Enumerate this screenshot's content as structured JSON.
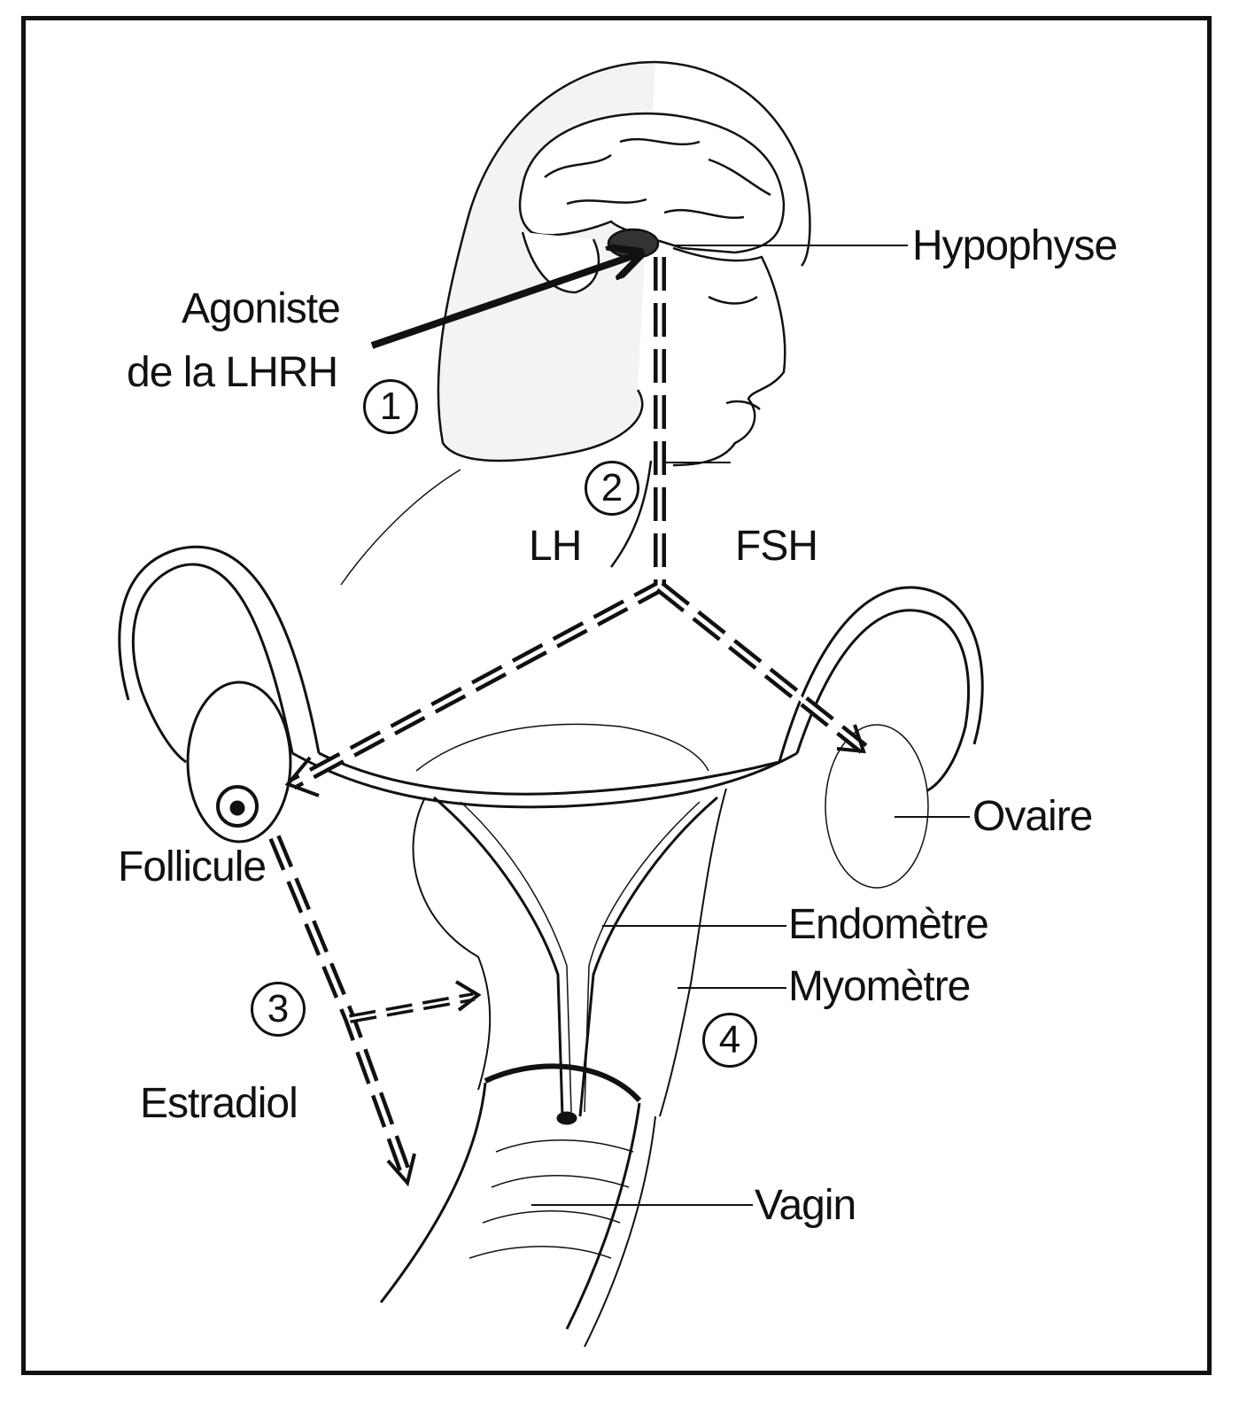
{
  "labels": {
    "hypophyse": "Hypophyse",
    "agoniste_line1": "Agoniste",
    "agoniste_line2": "de la LHRH",
    "lh": "LH",
    "fsh": "FSH",
    "ovaire": "Ovaire",
    "follicule": "Follicule",
    "endometre": "Endomètre",
    "myometre": "Myomètre",
    "estradiol": "Estradiol",
    "vagin": "Vagin"
  },
  "steps": [
    "1",
    "2",
    "3",
    "4"
  ],
  "colors": {
    "ink": "#111111",
    "background": "#ffffff"
  }
}
